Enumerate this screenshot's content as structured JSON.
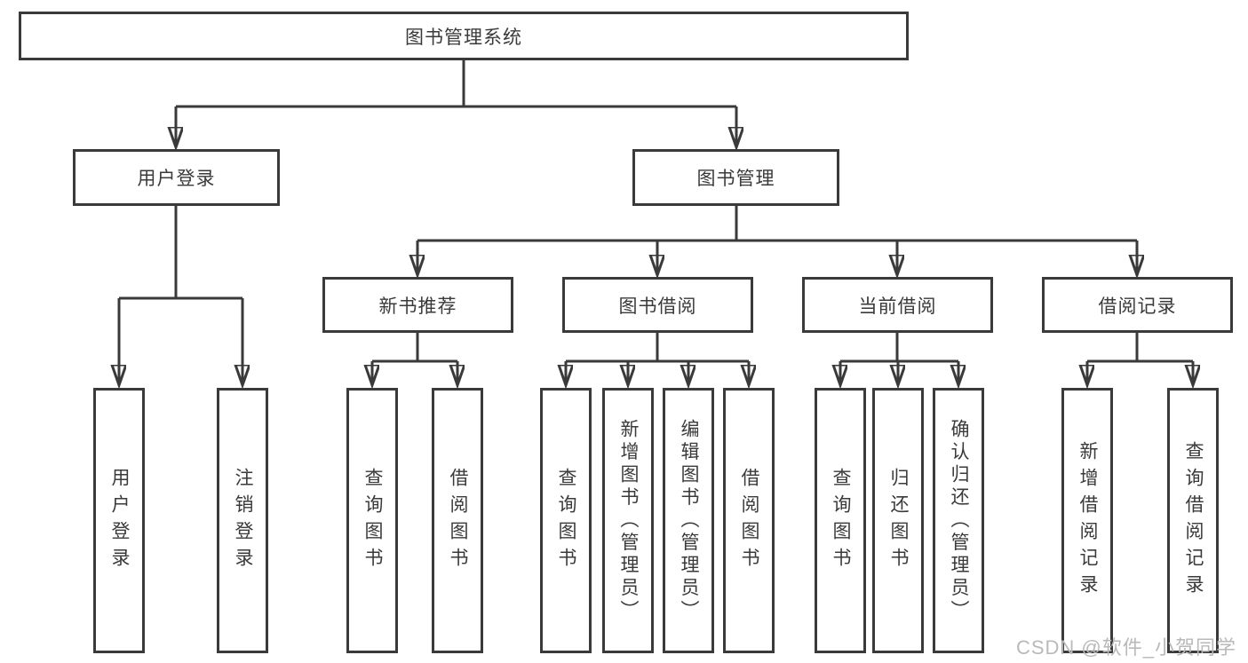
{
  "diagram": {
    "root": {
      "label": "图书管理系统"
    },
    "level2": [
      {
        "label": "用户登录"
      },
      {
        "label": "图书管理"
      }
    ],
    "level3": [
      {
        "label": "新书推荐"
      },
      {
        "label": "图书借阅"
      },
      {
        "label": "当前借阅"
      },
      {
        "label": "借阅记录"
      }
    ],
    "leaves": {
      "login": [
        "用户登录",
        "注销登录"
      ],
      "recommend": [
        "查询图书",
        "借阅图书"
      ],
      "borrow": [
        "查询图书",
        "新增图书（管理员）",
        "编辑图书（管理员）",
        "借阅图书"
      ],
      "current": [
        "查询图书",
        "归还图书",
        "确认归还（管理员）"
      ],
      "records": [
        "新增借阅记录",
        "查询借阅记录"
      ]
    }
  },
  "watermark": {
    "text": "CSDN @软件_小贺同学"
  },
  "colors": {
    "line": "#3a3a3a",
    "box_border": "#3a3a3a",
    "text": "#3a3a3a",
    "watermark": "#b9b9b9",
    "background": "#ffffff"
  }
}
